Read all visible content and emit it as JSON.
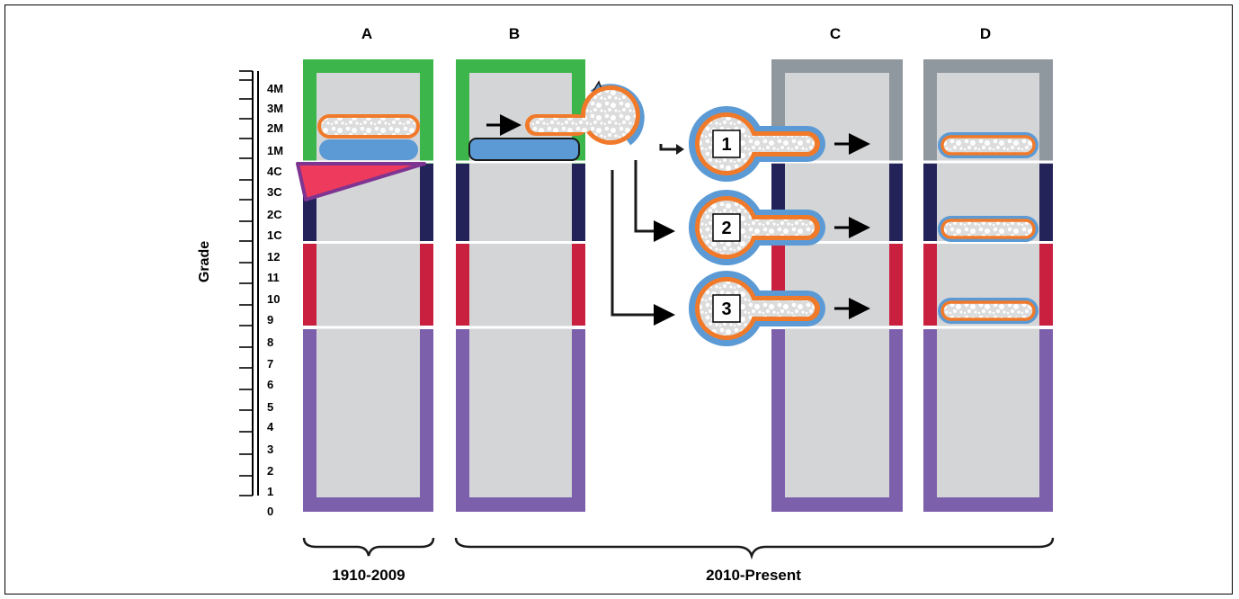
{
  "columns": {
    "a_label": "A",
    "b_label": "B",
    "c_label": "C",
    "d_label": "D"
  },
  "axis": {
    "title": "Grade",
    "ticks": [
      "4M",
      "3M",
      "2M",
      "1M",
      "4C",
      "3C",
      "2C",
      "1C",
      "12",
      "11",
      "10",
      "9",
      "8",
      "7",
      "6",
      "5",
      "4",
      "3",
      "2",
      "1",
      "0"
    ]
  },
  "pathways": {
    "one": "1",
    "two": "2",
    "three": "3"
  },
  "periods": {
    "first": "1910-2009",
    "second": "2010-Present"
  },
  "colors": {
    "masters_band": "#3cb54a",
    "masters_band_later": "#8f979f",
    "college_band": "#232359",
    "high_school_band": "#c8203e",
    "k8_band": "#7d60ac",
    "inner_fill": "#d4d5d7",
    "orange_outline": "#f07a2a",
    "blue_outline": "#5b9ad5",
    "wedge_fill": "#ee3a5c",
    "wedge_border": "#7e3592"
  }
}
